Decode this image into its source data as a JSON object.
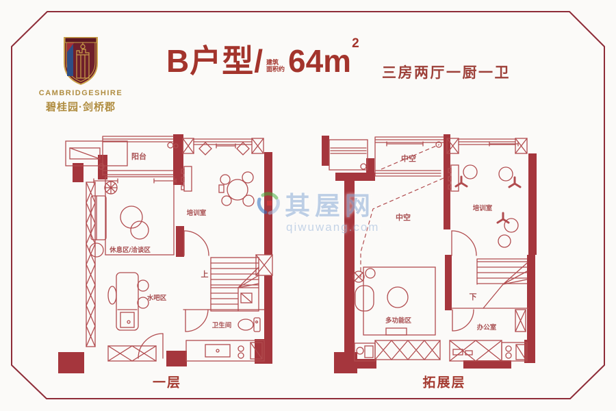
{
  "brand": {
    "name_en": "CAMBRIDGESHIRE",
    "name_cn": "碧桂园·剑桥郡"
  },
  "header": {
    "unit": "B户型/",
    "area_note_line1": "建筑",
    "area_note_line2": "面积约",
    "area_value": "64m",
    "area_sup": "2",
    "layout": "三房两厅一厨一卫"
  },
  "plans": {
    "left": {
      "caption": "一层",
      "rooms": {
        "balcony": "阳台",
        "training": "培训室",
        "lounge": "休息区/洽谈区",
        "water_bar": "水吧区",
        "stairs_up": "上",
        "bathroom": "卫生间"
      }
    },
    "right": {
      "caption": "拓展层",
      "rooms": {
        "void_top": "中空",
        "void_mid": "中空",
        "training": "培训室",
        "multi_function": "多功能区",
        "stairs_down": "下",
        "office": "办公室"
      }
    }
  },
  "watermark": {
    "site_name": "其屋网",
    "site_domain": "qiwuwang.com"
  },
  "colors": {
    "frame": "#8e2c38",
    "plan_wall_red": "#a5363d",
    "plan_line_red": "#b14c4f",
    "title_red": "#a3342c",
    "subtitle_red": "#9d4039",
    "brand_gold": "#b08d41",
    "watermark_blue": "#9db8dc"
  }
}
